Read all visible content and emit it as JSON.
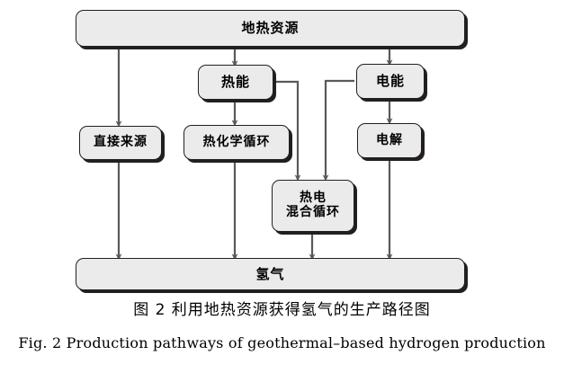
{
  "figure": {
    "caption_cn": "图 2   利用地热资源获得氢气的生产路径图",
    "caption_en": "Fig. 2   Production pathways of geothermal–based hydrogen production"
  },
  "colors": {
    "node_fill": "#ebebeb",
    "node_border": "#231f20",
    "edge": "#58595b",
    "background": "#ffffff"
  },
  "nodes": [
    {
      "id": "geothermal-resources",
      "label": "地热资源"
    },
    {
      "id": "thermal-energy",
      "label": "热能"
    },
    {
      "id": "electrical-energy",
      "label": "电能"
    },
    {
      "id": "direct-source",
      "label": "直接来源"
    },
    {
      "id": "thermochemical-cycle",
      "label": "热化学循环"
    },
    {
      "id": "electrolysis",
      "label": "电解"
    },
    {
      "id": "hybrid-cycle",
      "label": "热电\n混合循环"
    },
    {
      "id": "hydrogen",
      "label": "氢气"
    }
  ],
  "edges": [
    {
      "from": "geothermal-resources",
      "to": "direct-source"
    },
    {
      "from": "geothermal-resources",
      "to": "thermal-energy"
    },
    {
      "from": "geothermal-resources",
      "to": "electrical-energy"
    },
    {
      "from": "thermal-energy",
      "to": "thermochemical-cycle"
    },
    {
      "from": "thermal-energy",
      "to": "hybrid-cycle"
    },
    {
      "from": "electrical-energy",
      "to": "electrolysis"
    },
    {
      "from": "electrical-energy",
      "to": "hybrid-cycle"
    },
    {
      "from": "direct-source",
      "to": "hydrogen"
    },
    {
      "from": "thermochemical-cycle",
      "to": "hydrogen"
    },
    {
      "from": "hybrid-cycle",
      "to": "hydrogen"
    },
    {
      "from": "electrolysis",
      "to": "hydrogen"
    }
  ]
}
